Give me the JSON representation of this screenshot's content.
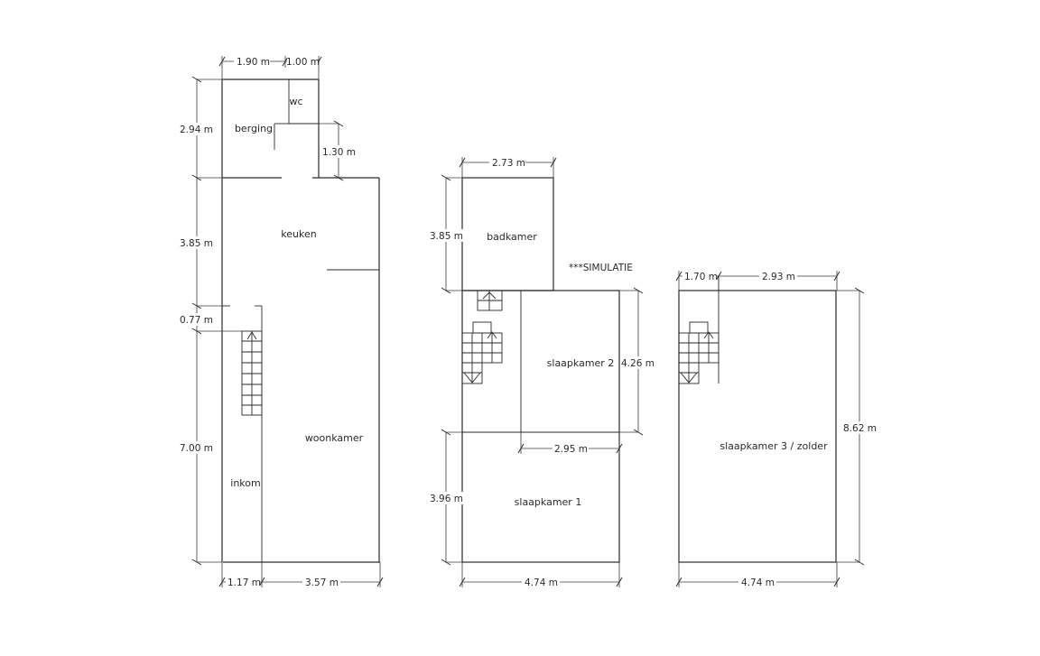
{
  "annotation": "***SIMULATIE",
  "floors": [
    {
      "rooms": {
        "wc": "wc",
        "berging": "berging",
        "keuken": "keuken",
        "woonkamer": "woonkamer",
        "inkom": "inkom"
      },
      "dimensions": {
        "top_left": "1.90 m",
        "top_right": "1.00 m",
        "left_1": "2.94 m",
        "inner_right": "1.30 m",
        "left_2": "3.85 m",
        "left_3": "0.77 m",
        "left_4": "7.00 m",
        "bottom_left": "1.17 m",
        "bottom_right": "3.57 m"
      }
    },
    {
      "rooms": {
        "badkamer": "badkamer",
        "slaapkamer_2": "slaapkamer 2",
        "slaapkamer_1": "slaapkamer 1"
      },
      "dimensions": {
        "top": "2.73 m",
        "left_1": "3.85 m",
        "right": "4.26 m",
        "inner": "2.95 m",
        "left_2": "3.96 m",
        "bottom": "4.74 m"
      }
    },
    {
      "rooms": {
        "slaapkamer_3": "slaapkamer 3 / zolder"
      },
      "dimensions": {
        "top_left": "1.70 m",
        "top_right": "2.93 m",
        "right": "8.62 m",
        "bottom": "4.74 m"
      }
    }
  ]
}
